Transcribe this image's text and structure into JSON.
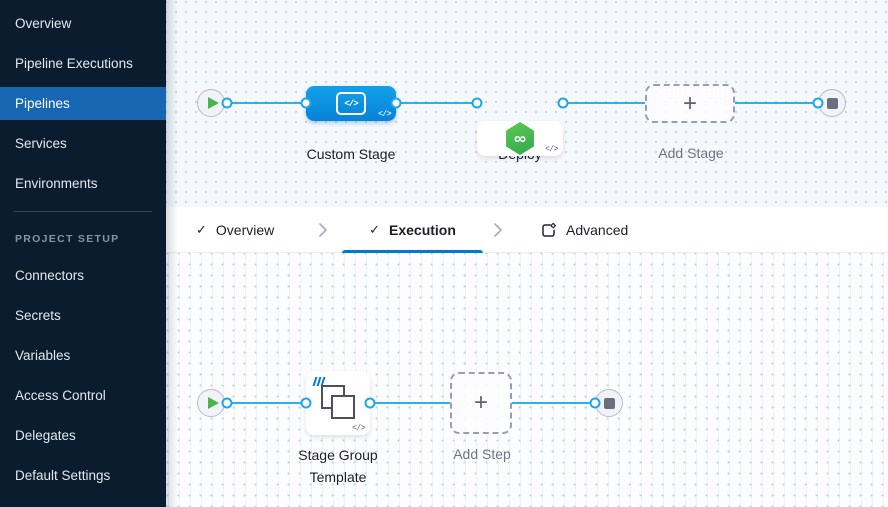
{
  "sidebar": {
    "nav_items": [
      {
        "label": "Overview"
      },
      {
        "label": "Pipeline Executions"
      },
      {
        "label": "Pipelines"
      },
      {
        "label": "Services"
      },
      {
        "label": "Environments"
      }
    ],
    "active_item": "Pipelines",
    "section_heading": "PROJECT SETUP",
    "setup_items": [
      {
        "label": "Connectors"
      },
      {
        "label": "Secrets"
      },
      {
        "label": "Variables"
      },
      {
        "label": "Access Control"
      },
      {
        "label": "Delegates"
      },
      {
        "label": "Default Settings"
      }
    ]
  },
  "stage_pipeline": {
    "stages": [
      {
        "label": "Custom Stage",
        "type": "custom-stage"
      },
      {
        "label": "Deploy",
        "type": "deploy-stage"
      },
      {
        "label": "Add Stage",
        "type": "add-placeholder"
      }
    ]
  },
  "tab_bar": {
    "tabs": [
      {
        "label": "Overview",
        "completed": true
      },
      {
        "label": "Execution",
        "completed": true,
        "active": true
      },
      {
        "label": "Advanced",
        "completed": false
      }
    ]
  },
  "execution_pipeline": {
    "steps": [
      {
        "label": "Stage Group Template",
        "type": "stage-group-template"
      },
      {
        "label": "Add Step",
        "type": "add-placeholder"
      }
    ]
  },
  "icons": {
    "check": "✓",
    "plus": "+",
    "code": "</>",
    "infinity": "∞"
  },
  "colors": {
    "sidebar_bg": "#0b1c2f",
    "active_nav_bg": "#1766b1",
    "edge_blue": "#2bb0f0",
    "node_blue": "#0b8fe5",
    "deploy_green": "#42b44a",
    "tab_underline": "#0278d5"
  }
}
